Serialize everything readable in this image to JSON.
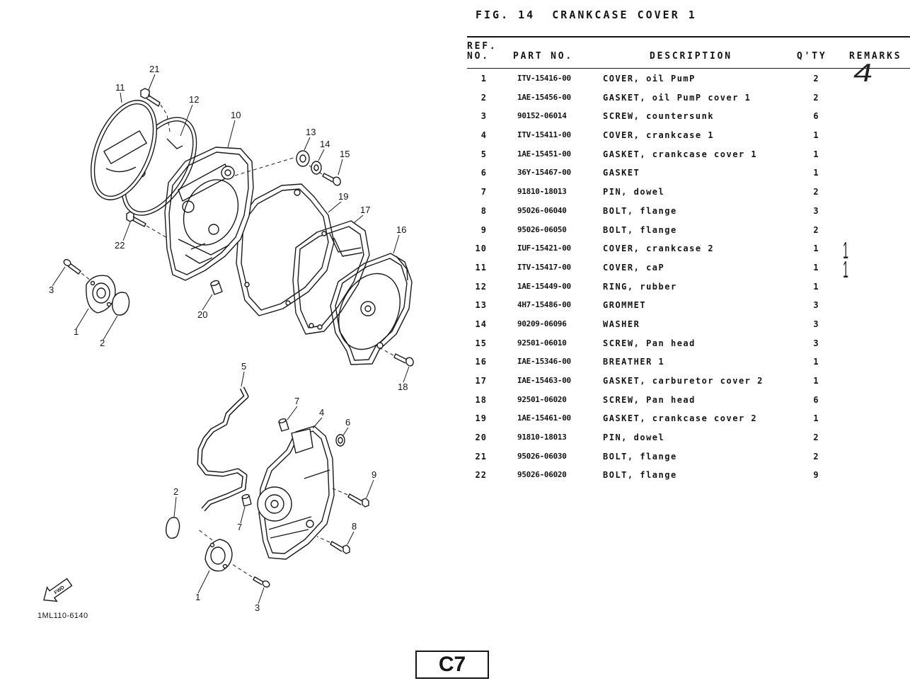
{
  "page": {
    "figure_title": "FIG. 14  CRANKCASE COVER 1",
    "drawing_code": "1ML110-6140",
    "page_tag": "C7"
  },
  "table": {
    "headers": {
      "ref_line1": "REF.",
      "ref_line2": "NO.",
      "part_no": "PART NO.",
      "description": "DESCRIPTION",
      "qty": "Q'TY",
      "remarks": "REMARKS"
    },
    "rows": [
      {
        "ref": "1",
        "part_no": "ITV-15416-00",
        "description": "COVER, oil PumP",
        "qty": "2",
        "remarks": "4"
      },
      {
        "ref": "2",
        "part_no": "1AE-15456-00",
        "description": "GASKET, oil PumP cover 1",
        "qty": "2"
      },
      {
        "ref": "3",
        "part_no": "90152-06014",
        "description": "SCREW, countersunk",
        "qty": "6"
      },
      {
        "ref": "4",
        "part_no": "ITV-15411-00",
        "description": "COVER, crankcase 1",
        "qty": "1"
      },
      {
        "ref": "5",
        "part_no": "1AE-15451-00",
        "description": "GASKET, crankcase cover 1",
        "qty": "1"
      },
      {
        "ref": "6",
        "part_no": "36Y-15467-00",
        "description": "GASKET",
        "qty": "1"
      },
      {
        "ref": "7",
        "part_no": "91810-18013",
        "description": "PIN, dowel",
        "qty": "2"
      },
      {
        "ref": "8",
        "part_no": "95026-06040",
        "description": "BOLT, flange",
        "qty": "3"
      },
      {
        "ref": "9",
        "part_no": "95026-06050",
        "description": "BOLT, flange",
        "qty": "2"
      },
      {
        "ref": "10",
        "part_no": "IUF-15421-00",
        "description": "COVER, crankcase 2",
        "qty": "1",
        "remarks": "1"
      },
      {
        "ref": "11",
        "part_no": "ITV-15417-00",
        "description": "COVER, caP",
        "qty": "1",
        "remarks": "1"
      },
      {
        "ref": "12",
        "part_no": "1AE-15449-00",
        "description": "RING, rubber",
        "qty": "1"
      },
      {
        "ref": "13",
        "part_no": "4H7-15486-00",
        "description": "GROMMET",
        "qty": "3"
      },
      {
        "ref": "14",
        "part_no": "90209-06096",
        "description": "WASHER",
        "qty": "3"
      },
      {
        "ref": "15",
        "part_no": "92501-06010",
        "description": "SCREW, Pan head",
        "qty": "3"
      },
      {
        "ref": "16",
        "part_no": "IAE-15346-00",
        "description": "BREATHER 1",
        "qty": "1"
      },
      {
        "ref": "17",
        "part_no": "IAE-15463-00",
        "description": "GASKET, carburetor cover 2",
        "qty": "1"
      },
      {
        "ref": "18",
        "part_no": "92501-06020",
        "description": "SCREW, Pan head",
        "qty": "6"
      },
      {
        "ref": "19",
        "part_no": "1AE-15461-00",
        "description": "GASKET, crankcase cover 2",
        "qty": "1"
      },
      {
        "ref": "20",
        "part_no": "91810-18013",
        "description": "PIN, dowel",
        "qty": "2"
      },
      {
        "ref": "21",
        "part_no": "95026-06030",
        "description": "BOLT, flange",
        "qty": "2"
      },
      {
        "ref": "22",
        "part_no": "95026-06020",
        "description": "BOLT, flange",
        "qty": "9"
      }
    ]
  },
  "diagram": {
    "callouts": [
      "21",
      "11",
      "12",
      "10",
      "13",
      "14",
      "15",
      "19",
      "17",
      "16",
      "22",
      "3",
      "1",
      "2",
      "20",
      "18",
      "5",
      "7",
      "4",
      "6",
      "9",
      "2",
      "7",
      "8",
      "1",
      "3"
    ],
    "fwd_label": "FWD"
  },
  "colors": {
    "ink": "#151515",
    "paper": "#ffffff"
  }
}
